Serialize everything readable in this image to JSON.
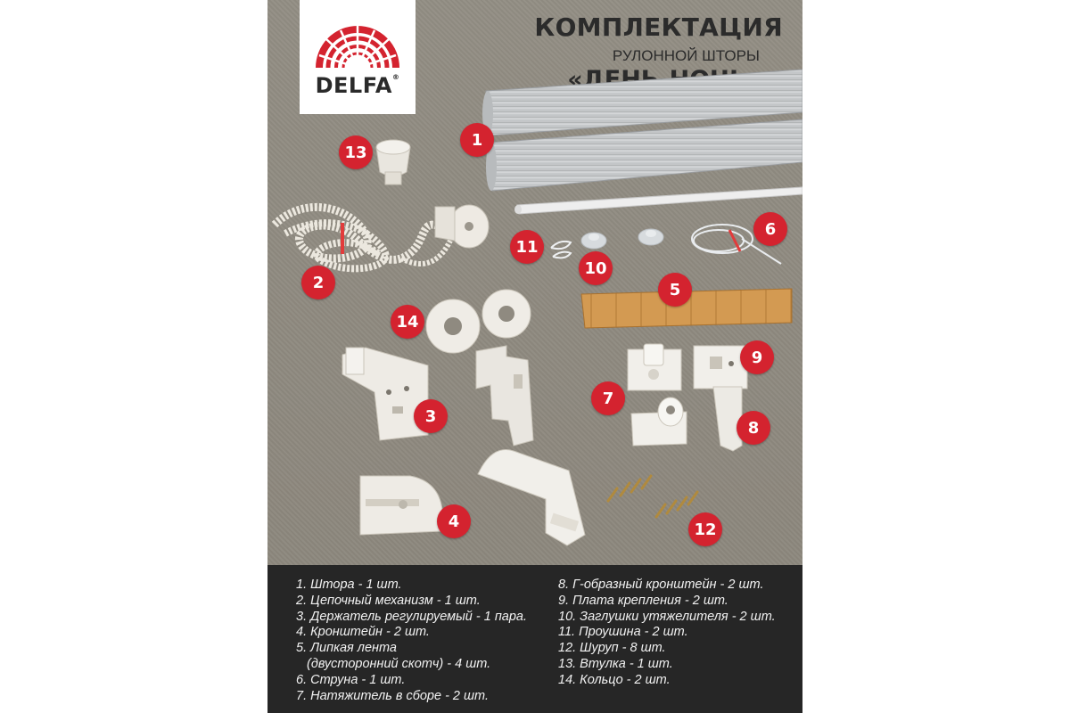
{
  "brand": {
    "name": "DELFA",
    "reg": "®",
    "arch_color": "#d4232f"
  },
  "heading": {
    "line1": "КОМПЛЕКТАЦИЯ",
    "line2": "РУЛОННОЙ ШТОРЫ",
    "line3": "«ДЕНЬ-НОЧЬ»"
  },
  "badges": {
    "b1": "1",
    "b2": "2",
    "b3": "3",
    "b4": "4",
    "b5": "5",
    "b6": "6",
    "b7": "7",
    "b8": "8",
    "b9": "9",
    "b10": "10",
    "b11": "11",
    "b12": "12",
    "b13": "13",
    "b14": "14"
  },
  "colors": {
    "badge": "#d4232f",
    "footer": "#262626",
    "background": "#8f8a80"
  },
  "list_left": [
    "1. Штора - 1 шт.",
    "2. Цепочный механизм - 1 шт.",
    "3. Держатель регулируемый - 1 пара.",
    "4. Кронштейн - 2 шт.",
    "5. Липкая лента",
    "(двусторонний скотч) - 4 шт.",
    "6. Струна - 1 шт.",
    "7. Натяжитель в сборе - 2 шт."
  ],
  "list_right": [
    "8. Г-образный кронштейн - 2 шт.",
    "9. Плата крепления - 2 шт.",
    "10. Заглушки утяжелителя - 2 шт.",
    "11. Проушина - 2 шт.",
    "12. Шуруп - 8 шт.",
    "13. Втулка - 1 шт.",
    "14. Кольцо - 2 шт."
  ]
}
